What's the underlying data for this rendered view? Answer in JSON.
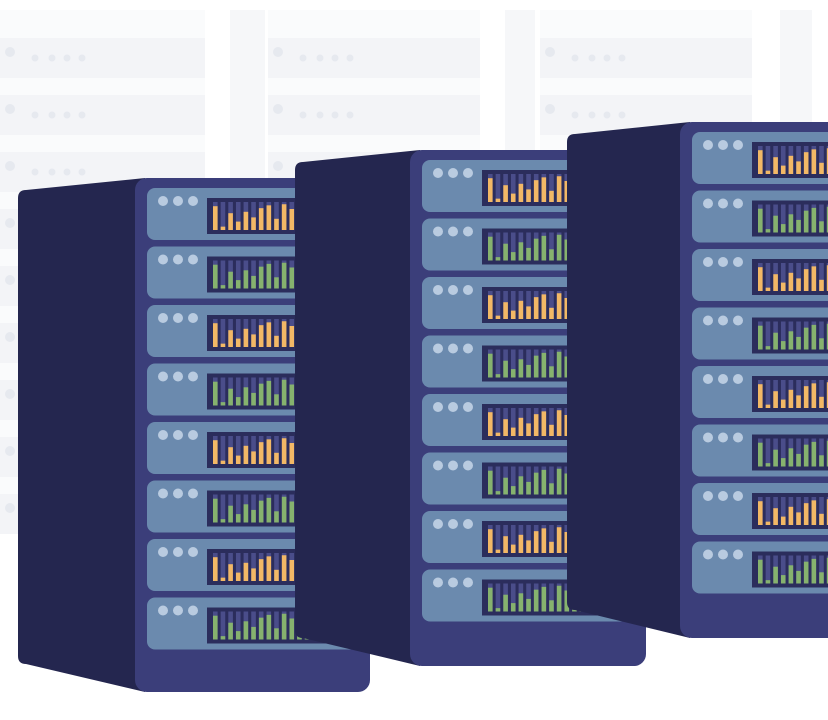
{
  "colors": {
    "rack_dark": "#24264f",
    "rack_front": "#3b3e7a",
    "unit_panel": "#6b8aae",
    "display_bg": "#2b2d5c",
    "bar_track": "#4a4d8a",
    "bar_orange": "#f2b866",
    "bar_green": "#86b26e",
    "led": "#b9cbe0",
    "background_panel": "#f3f4f7"
  },
  "racks": [
    {
      "units": [
        "orange",
        "green",
        "orange",
        "green",
        "orange",
        "green",
        "orange",
        "green"
      ]
    },
    {
      "units": [
        "orange",
        "green",
        "orange",
        "green",
        "orange",
        "green",
        "orange",
        "green"
      ]
    },
    {
      "units": [
        "orange",
        "green",
        "orange",
        "green",
        "orange",
        "green",
        "orange",
        "green"
      ]
    }
  ]
}
